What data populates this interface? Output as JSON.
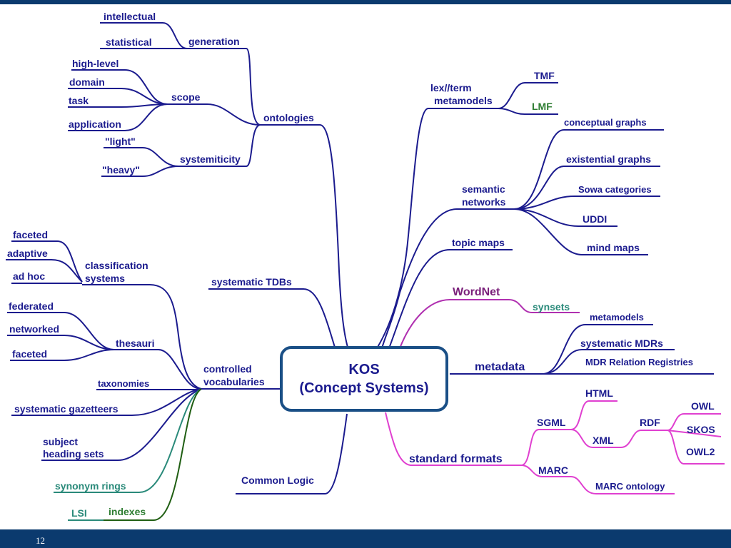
{
  "center": {
    "line1": "KOS",
    "line2": "(Concept Systems)"
  },
  "nodes": {
    "intellectual": "intellectual",
    "statistical": "statistical",
    "generation": "generation",
    "high_level": "high-level",
    "domain": "domain",
    "task": "task",
    "application": "application",
    "scope": "scope",
    "light": "\"light\"",
    "heavy": "\"heavy\"",
    "systemiticity": "systemiticity",
    "ontologies": "ontologies",
    "faceted_1": "faceted",
    "adaptive": "adaptive",
    "ad_hoc": "ad hoc",
    "classification_1": "classification",
    "classification_2": "systems",
    "systematic_tdbs": "systematic TDBs",
    "federated": "federated",
    "networked": "networked",
    "faceted_2": "faceted",
    "thesauri": "thesauri",
    "taxonomies": "taxonomies",
    "controlled_1": "controlled",
    "controlled_2": "vocabularies",
    "systematic_gazetteers": "systematic gazetteers",
    "subject_1": "subject",
    "subject_2": "heading sets",
    "synonym_rings": "synonym rings",
    "common_logic": "Common Logic",
    "lsi": "LSI",
    "indexes": "indexes",
    "lexterm_1": "lex//term",
    "lexterm_2": "metamodels",
    "tmf": "TMF",
    "lmf": "LMF",
    "conceptual_graphs": "conceptual graphs",
    "existential_graphs": "existential graphs",
    "semantic_1": "semantic",
    "semantic_2": "networks",
    "sowa_categories": "Sowa categories",
    "uddi": "UDDI",
    "topic_maps": "topic maps",
    "mind_maps": "mind maps",
    "wordnet": "WordNet",
    "synsets": "synsets",
    "metamodels": "metamodels",
    "systematic_mdrs": "systematic MDRs",
    "metadata": "metadata",
    "mdr_relation": "MDR Relation Registries",
    "html": "HTML",
    "sgml": "SGML",
    "xml": "XML",
    "rdf": "RDF",
    "owl": "OWL",
    "skos": "SKOS",
    "owl2": "OWL2",
    "standard_formats": "standard formats",
    "marc": "MARC",
    "marc_ontology": "MARC ontology"
  },
  "colors": {
    "navy": "#1b1b8e",
    "teal": "#2a8a7a",
    "green": "#2e7d32",
    "purple": "#7a1f7a",
    "magenta": "#b0159a",
    "bar": "#0b3a6e"
  },
  "footer": {
    "page_number": "12"
  }
}
